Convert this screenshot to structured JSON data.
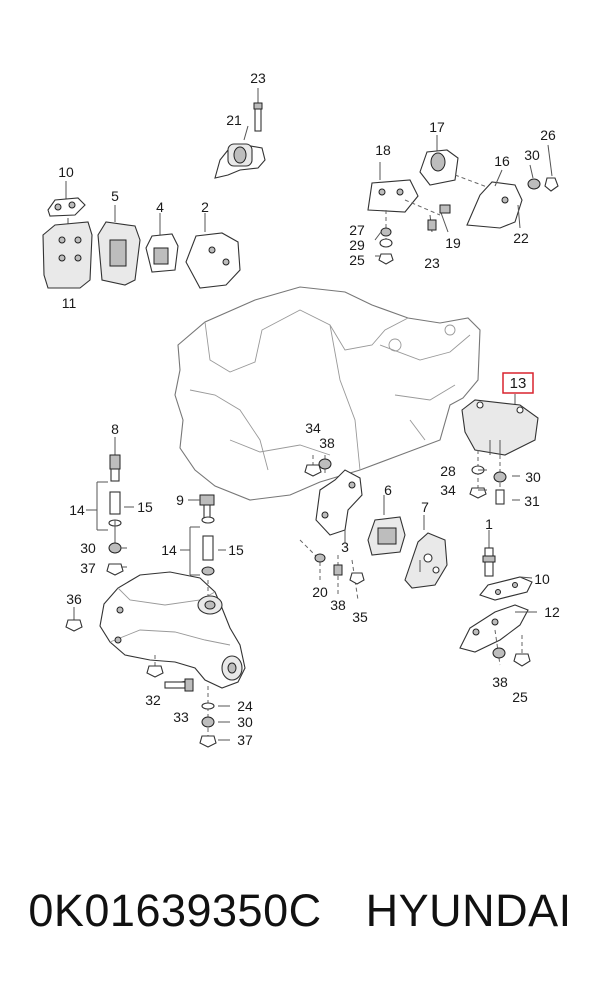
{
  "diagram": {
    "callouts": [
      "23",
      "21",
      "17",
      "26",
      "18",
      "30",
      "16",
      "10",
      "5",
      "4",
      "2",
      "27",
      "29",
      "25",
      "19",
      "23",
      "22",
      "11",
      "13",
      "34",
      "38",
      "8",
      "28",
      "30",
      "9",
      "34",
      "31",
      "6",
      "7",
      "14",
      "15",
      "3",
      "1",
      "30",
      "14",
      "15",
      "37",
      "10",
      "36",
      "20",
      "38",
      "35",
      "12",
      "38",
      "32",
      "33",
      "24",
      "30",
      "37",
      "25"
    ],
    "highlighted_callout": "13",
    "highlight_color": "#d9232e"
  },
  "footer": {
    "part_number": "0K01639350C",
    "brand": "HYUNDAI"
  }
}
